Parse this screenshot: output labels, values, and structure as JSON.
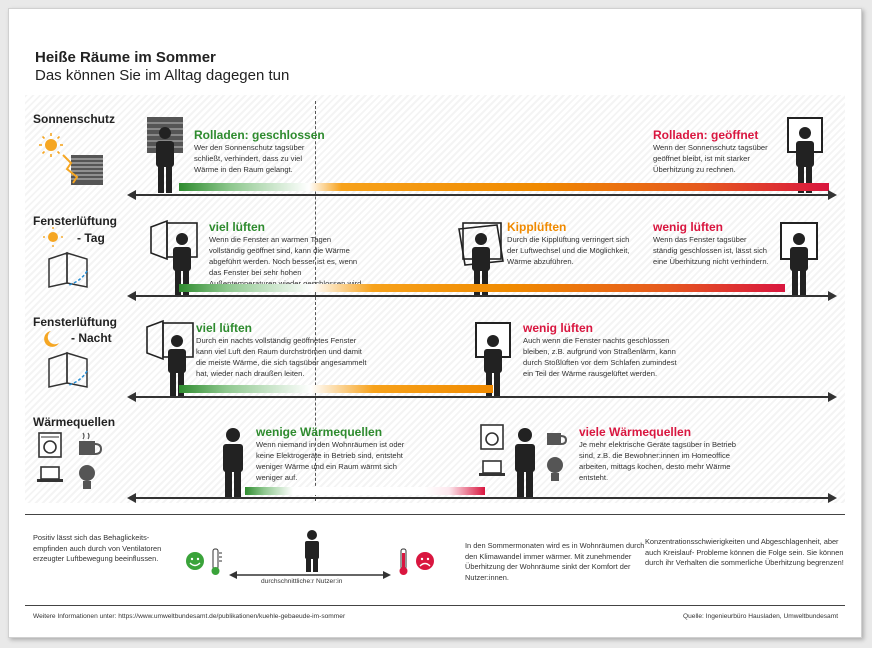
{
  "header": {
    "title": "Heiße Räume im Sommer",
    "subtitle": "Das können Sie im Alltag dagegen tun"
  },
  "rows": [
    {
      "label_lines": [
        "Sonnenschutz"
      ],
      "items": [
        {
          "heading": "Rolladen: geschlossen",
          "text": "Wer den Sonnenschutz tagsüber schließt, verhindert, dass zu viel Wärme in den Raum gelangt."
        },
        {
          "heading": "Rolladen: geöffnet",
          "text": "Wenn der Sonnenschutz tagsüber geöffnet bleibt, ist mit starker Überhitzung zu rechnen."
        }
      ]
    },
    {
      "label_lines": [
        "Fensterlüftung",
        "- Tag"
      ],
      "items": [
        {
          "heading": "viel lüften",
          "text": "Wenn die Fenster an warmen Tagen vollständig geöffnet sind, kann die Wärme abgeführt werden. Noch besser ist es, wenn das Fenster bei sehr hohen Außentemperaturen wieder geschlossen wird."
        },
        {
          "heading": "Kipplüften",
          "text": "Durch die Kipplüftung verringert sich der Luftwechsel und die Möglichkeit, Wärme abzuführen."
        },
        {
          "heading": "wenig lüften",
          "text": "Wenn das Fenster tagsüber ständig geschlossen ist, lässt sich eine Überhitzung nicht verhindern."
        }
      ]
    },
    {
      "label_lines": [
        "Fensterlüftung",
        "- Nacht"
      ],
      "items": [
        {
          "heading": "viel lüften",
          "text": "Durch ein nachts vollständig geöffnetes Fenster kann viel Luft den Raum durchströmen und damit die meiste Wärme, die sich tagsüber angesammelt hat, wieder nach draußen leiten."
        },
        {
          "heading": "wenig lüften",
          "text": "Auch wenn die Fenster nachts geschlossen bleiben, z.B. aufgrund von Straßenlärm, kann durch Stoßlüften vor dem Schlafen zumindest ein Teil der Wärme rausgelüftet werden."
        }
      ]
    },
    {
      "label_lines": [
        "Wärmequellen"
      ],
      "items": [
        {
          "heading": "wenige Wärmequellen",
          "text": "Wenn niemand in den Wohnräumen ist oder keine Elektrogeräte in Betrieb sind, entsteht weniger Wärme und ein Raum wärmt sich weniger auf."
        },
        {
          "heading": "viele Wärmequellen",
          "text": "Je mehr elektrische Geräte tagsüber in Betrieb sind, z.B. die Bewohner:innen im Homeoffice arbeiten, mittags kochen, desto mehr Wärme entsteht."
        }
      ]
    }
  ],
  "bottom": {
    "left_text": "Positiv lässt sich das Behaglickeits-empfinden auch durch von Ventilatoren erzeugter Luftbewegung beeinflussen.",
    "axis_label": "durchschnittliche:r Nutzer:in",
    "middle_text": "In den Sommermonaten wird es in Wohnräumen durch den Klimawandel immer wärmer. Mit zunehmender Überhitzung der Wohnräume sinkt der Komfort der Nutzer:innen.",
    "right_text": "Konzentrationsschwierigkeiten und Abgeschlagenheit, aber auch Kreislauf- Probleme können die Folge sein. Sie können durch ihr Verhalten die sommerliche Überhitzung begrenzen!"
  },
  "footer": {
    "info": "Weitere Informationen unter: https://www.umweltbundesamt.de/publikationen/kuehle-gebaeude-im-sommer",
    "source": "Quelle:  Ingenieurbüro Hausladen, Umweltbundesamt"
  },
  "colors": {
    "green": "#2e8b2e",
    "orange": "#f08a00",
    "red": "#d9163f",
    "axis": "#333333"
  },
  "icons": [
    "sun-icon",
    "blind-icon",
    "window-icon",
    "moon-icon",
    "washing-machine-icon",
    "coffee-cup-icon",
    "laptop-icon",
    "light-bulb-icon",
    "person-icon",
    "smiley-icon",
    "thermometer-icon"
  ]
}
